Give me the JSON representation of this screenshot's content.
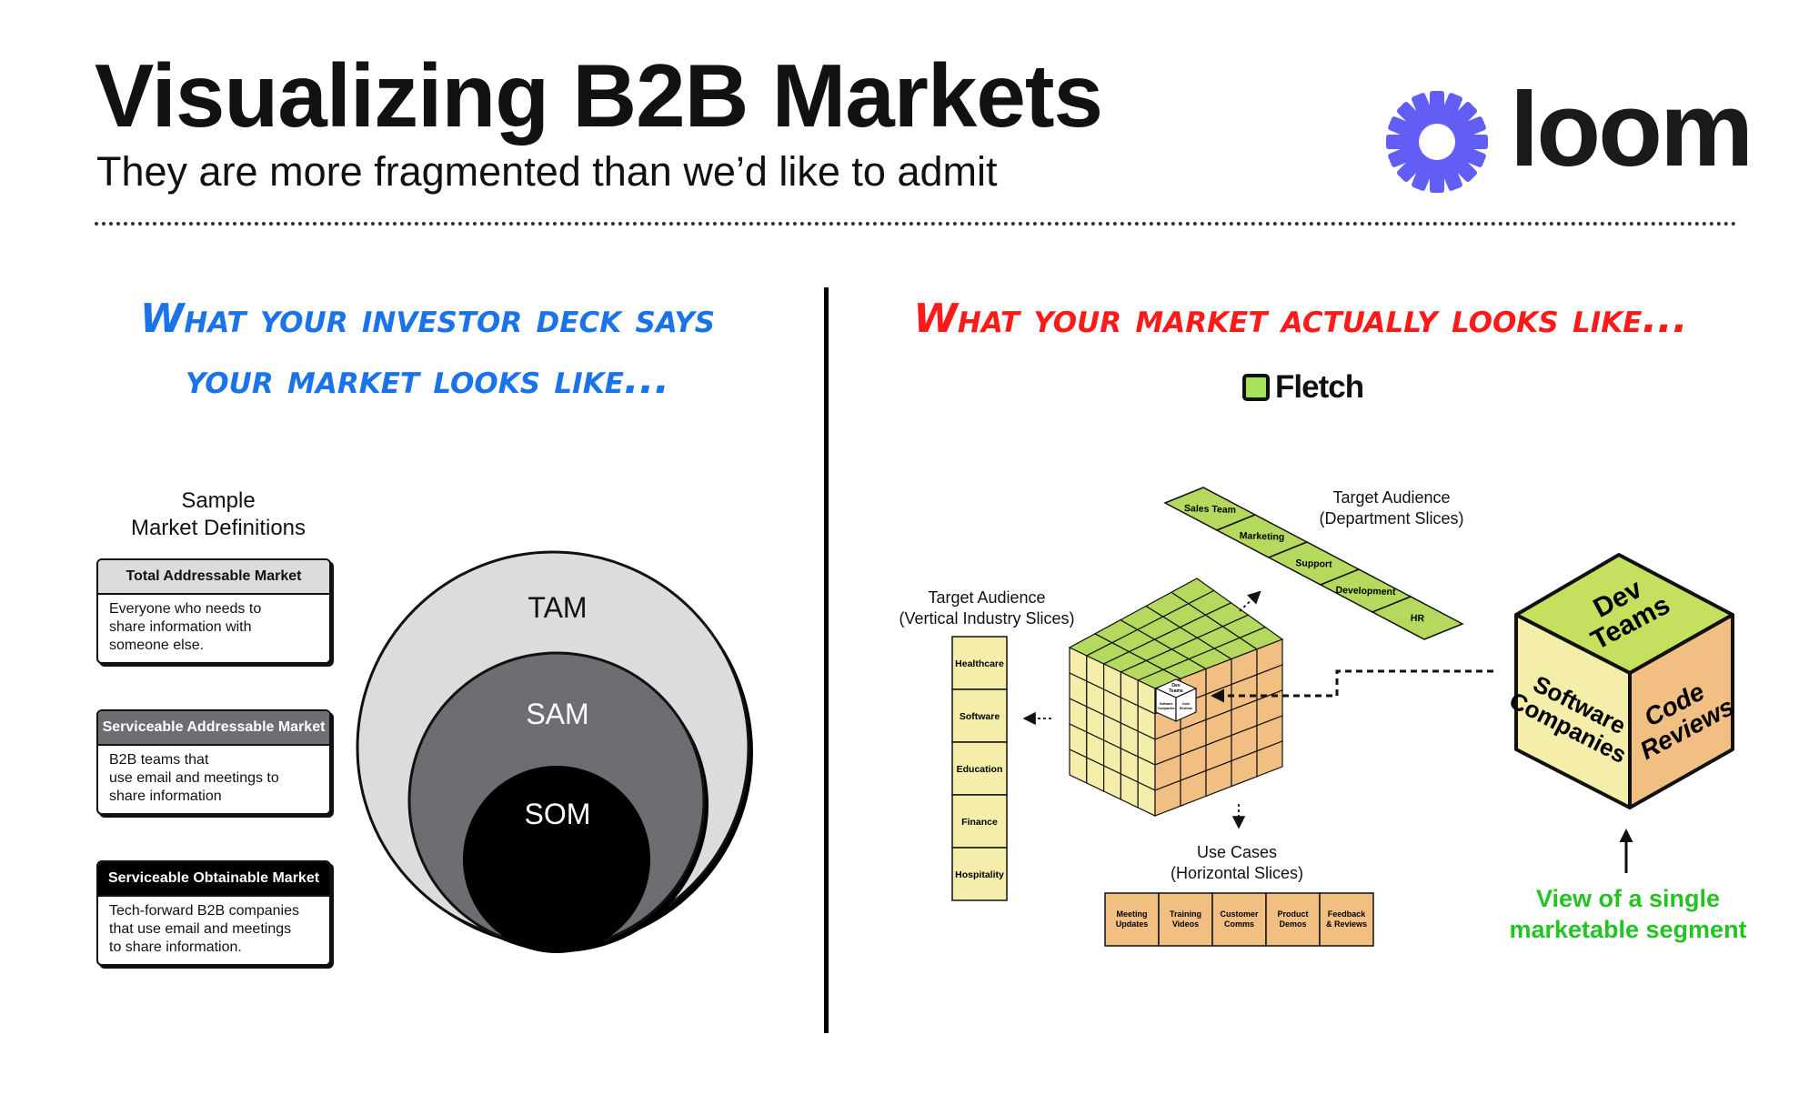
{
  "header": {
    "title": "Visualizing B2B Markets",
    "subtitle": "They are more fragmented than we’d like to admit"
  },
  "brand": {
    "loom_wordmark": "loom",
    "loom_icon": "loom-starburst-icon",
    "loom_color": "#625df5",
    "fletch_wordmark": "Fletch",
    "fletch_icon": "fletch-square-icon",
    "fletch_color": "#a6e35a"
  },
  "left": {
    "heading_line1": "What your investor deck says",
    "heading_line2": "your market looks like...",
    "heading_color": "#1a73e8",
    "definitions_title_line1": "Sample",
    "definitions_title_line2": "Market Definitions",
    "cards": [
      {
        "title": "Total Addressable Market",
        "lines": [
          "Everyone who needs to",
          "share information with",
          "someone else."
        ],
        "head_color": "#dcdcdc",
        "head_text_color": "#111111"
      },
      {
        "title": "Serviceable Addressable Market",
        "lines": [
          "B2B teams that",
          "use email and meetings to",
          "share information"
        ],
        "head_color": "#6e6d72",
        "head_text_color": "#ffffff"
      },
      {
        "title": "Serviceable Obtainable Market",
        "lines": [
          "Tech-forward B2B companies",
          "that use email and meetings",
          "to share information."
        ],
        "head_color": "#000000",
        "head_text_color": "#ffffff"
      }
    ],
    "circles": {
      "tam": {
        "label": "TAM",
        "color": "#dcdcdc"
      },
      "sam": {
        "label": "SAM",
        "color": "#6e6d72"
      },
      "som": {
        "label": "SOM",
        "color": "#000000"
      }
    }
  },
  "right": {
    "heading": "What your market actually looks like...",
    "heading_color": "#ff1a1a",
    "department_title_line1": "Target Audience",
    "department_title_line2": "(Department Slices)",
    "departments": [
      "Sales Team",
      "Marketing",
      "Support",
      "Development",
      "HR"
    ],
    "vertical_title_line1": "Target Audience",
    "vertical_title_line2": "(Vertical Industry Slices)",
    "verticals": [
      "Healthcare",
      "Software",
      "Education",
      "Finance",
      "Hospitality"
    ],
    "usecase_title_line1": "Use Cases",
    "usecase_title_line2": "(Horizontal Slices)",
    "use_cases": [
      [
        "Meeting",
        "Updates"
      ],
      [
        "Training",
        "Videos"
      ],
      [
        "Customer",
        "Comms"
      ],
      [
        "Product",
        "Demos"
      ],
      [
        "Feedback",
        "& Reviews"
      ]
    ],
    "small_cube_labels": {
      "top": [
        "Dev",
        "Teams"
      ],
      "left": [
        "Software",
        "Companies"
      ],
      "right": [
        "Code",
        "Reviews"
      ]
    },
    "big_cube": {
      "top_line1": "Dev",
      "top_line2": "Teams",
      "left_line1": "Software",
      "left_line2": "Companies",
      "right_line1": "Code",
      "right_line2": "Reviews"
    },
    "segment_caption_line1": "View of a single",
    "segment_caption_line2": "marketable segment",
    "colors": {
      "green": "#b5d95e",
      "yellow": "#f4eeaa",
      "orange": "#f2bf83",
      "caption": "#22c322"
    }
  }
}
